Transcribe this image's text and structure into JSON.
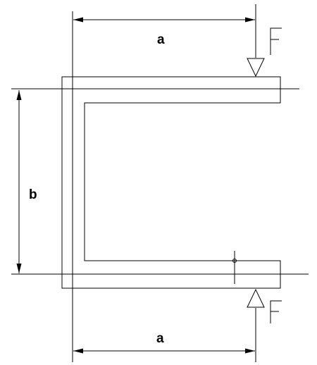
{
  "figure": {
    "dimension_top_label": "a",
    "dimension_bottom_label": "a",
    "dimension_left_label": "b",
    "force_top_label": "F",
    "force_bottom_label": "F"
  },
  "colors": {
    "line": "#000000",
    "background": "#ffffff"
  }
}
